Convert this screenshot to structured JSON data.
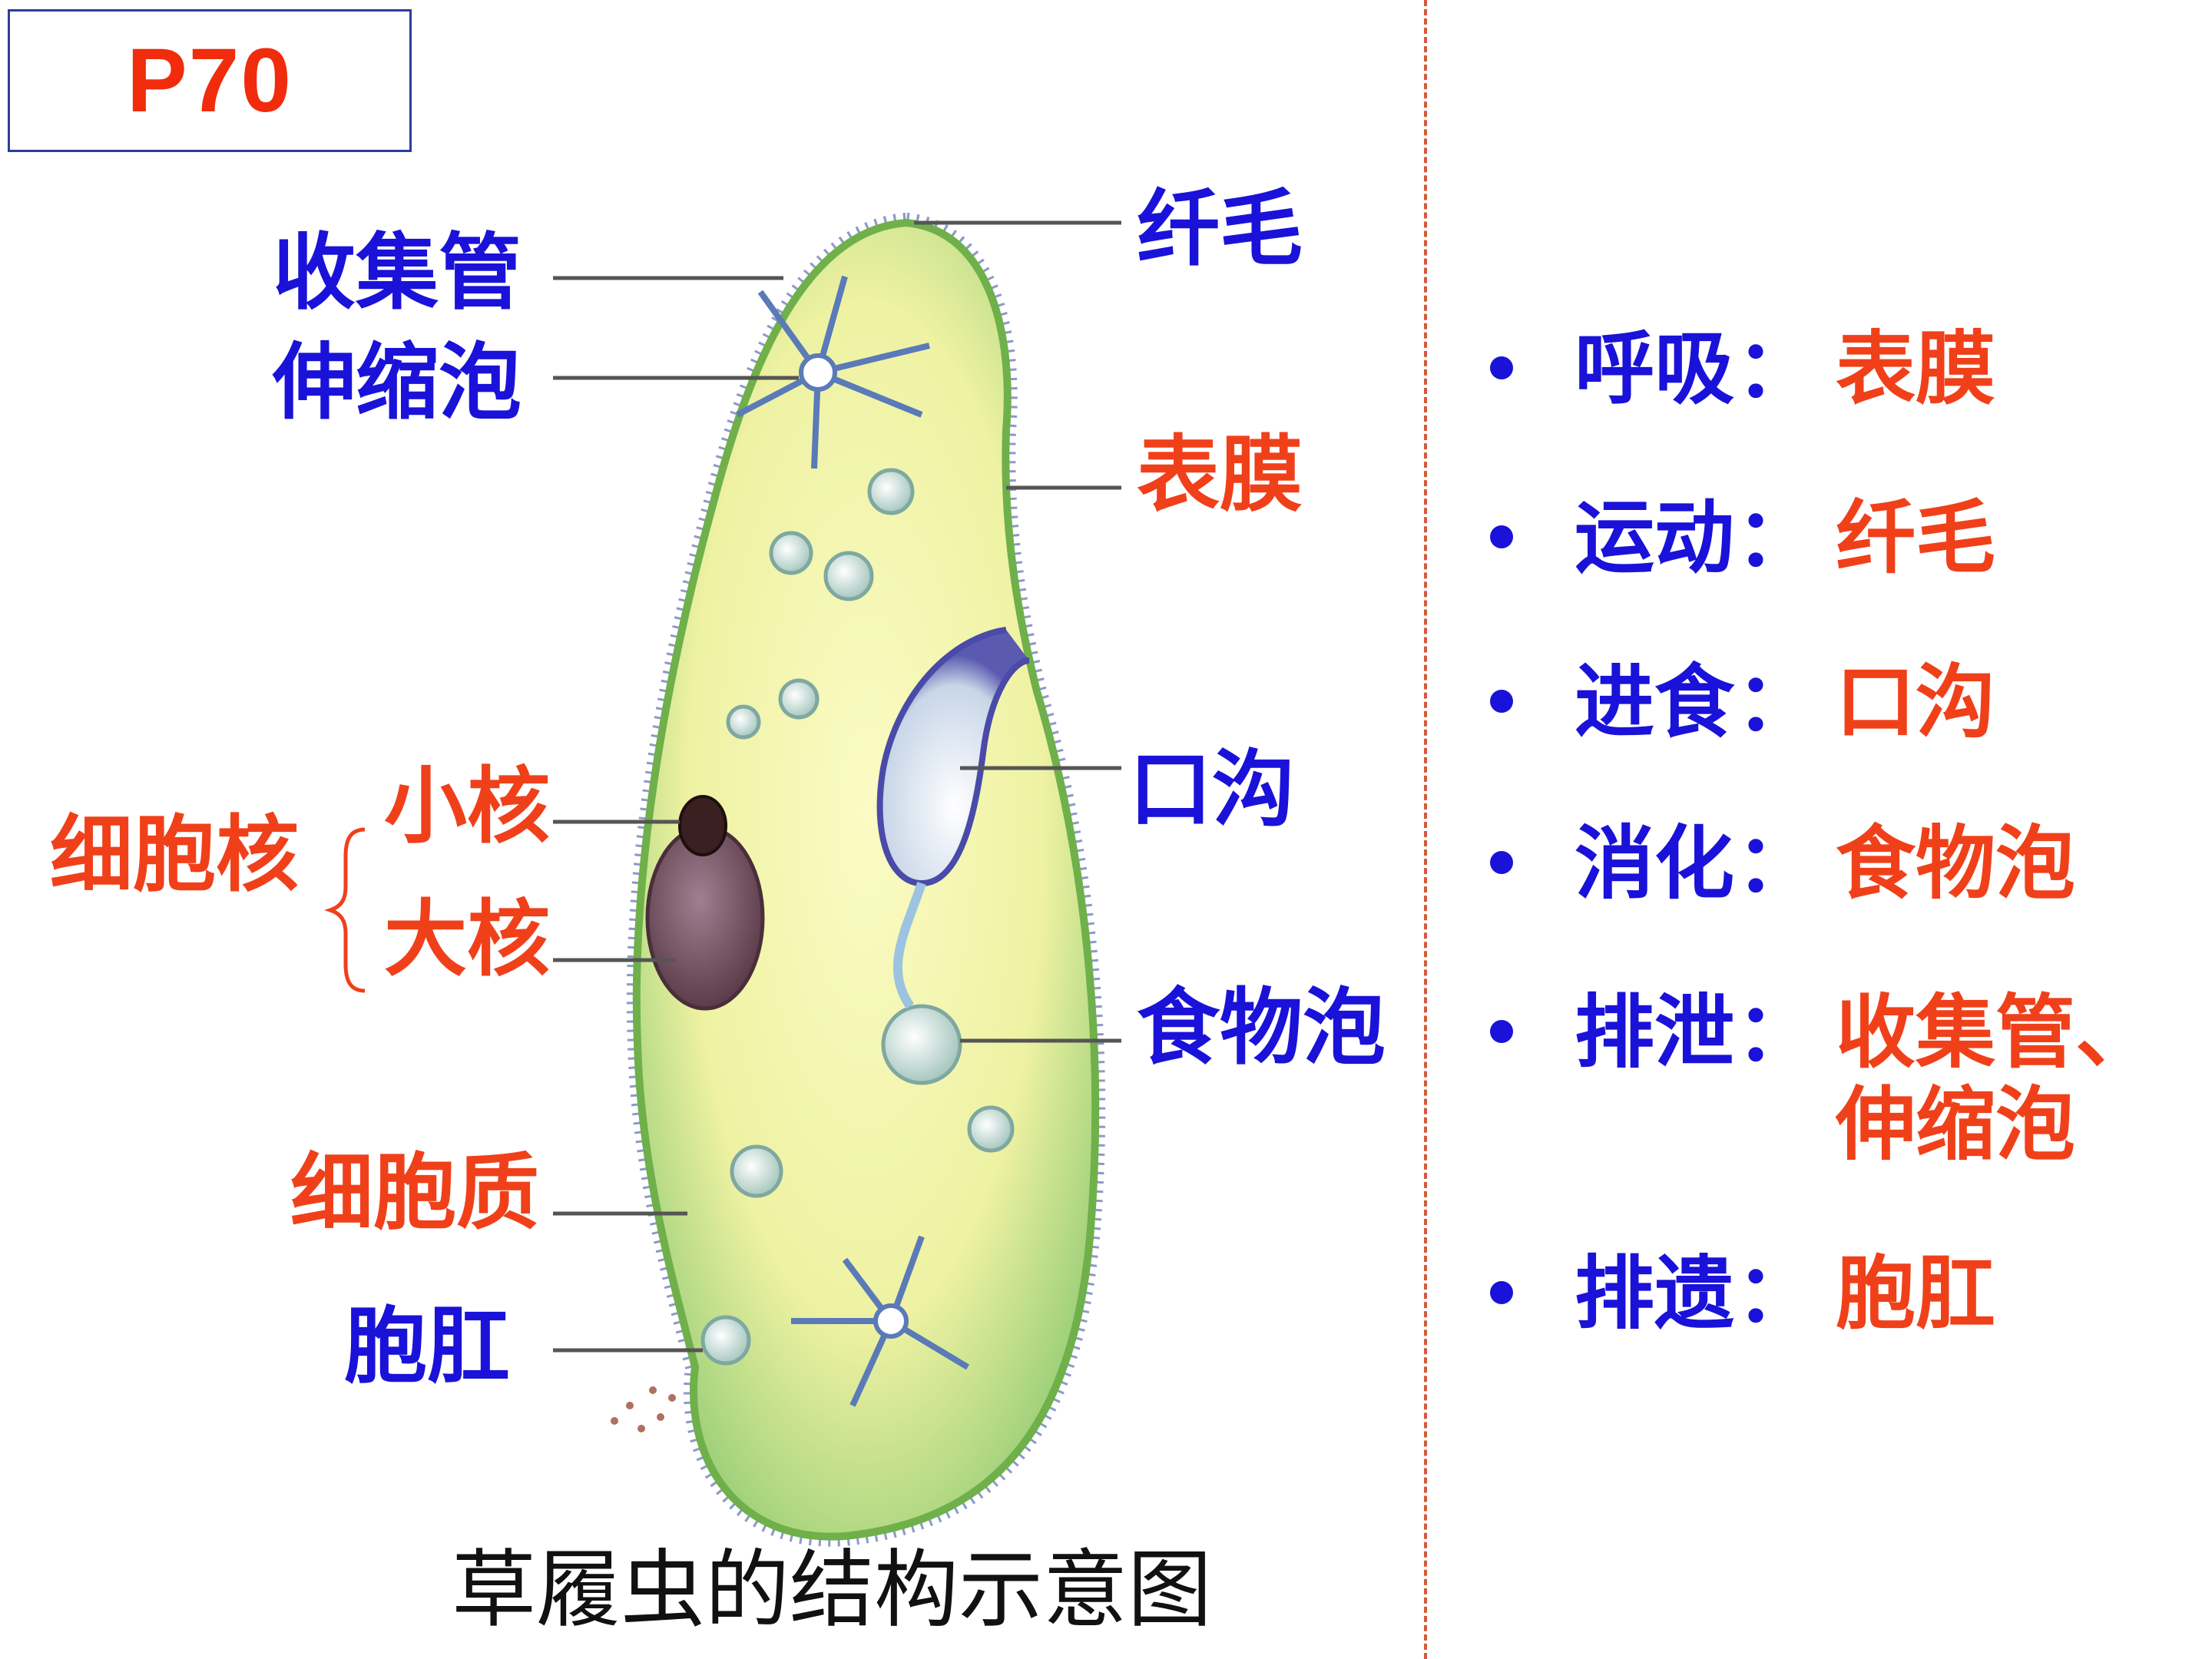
{
  "page_number": "P70",
  "diagram": {
    "caption": "草履虫的结构示意图",
    "labels_left": {
      "collecting_tube": "收集管",
      "contractile_vacuole": "伸缩泡",
      "nucleus_group": "细胞核",
      "micronucleus": "小核",
      "macronucleus": "大核",
      "cytoplasm": "细胞质",
      "anal_pore": "胞肛"
    },
    "labels_right": {
      "cilia": "纤毛",
      "pellicle": "表膜",
      "oral_groove": "口沟",
      "food_vacuole": "食物泡"
    }
  },
  "functions": [
    {
      "term": "呼吸",
      "colon": "：",
      "value": "表膜",
      "value2": ""
    },
    {
      "term": "运动",
      "colon": "：",
      "value": "纤毛",
      "value2": ""
    },
    {
      "term": "进食",
      "colon": "：",
      "value": "口沟",
      "value2": ""
    },
    {
      "term": "消化",
      "colon": "：",
      "value": "食物泡",
      "value2": ""
    },
    {
      "term": "排泄",
      "colon": "：",
      "value": "收集管、",
      "value2": "伸缩泡"
    },
    {
      "term": "排遗",
      "colon": "：",
      "value": "胞肛",
      "value2": ""
    }
  ],
  "colors": {
    "blue_text": "#1a12d8",
    "red_text": "#f0401a",
    "cell_body": "#f3f3a6",
    "cell_edge": "#6fb04a",
    "divider": "#d25a3a"
  },
  "icons": [
    "bullet-dot",
    "brace-icon"
  ]
}
